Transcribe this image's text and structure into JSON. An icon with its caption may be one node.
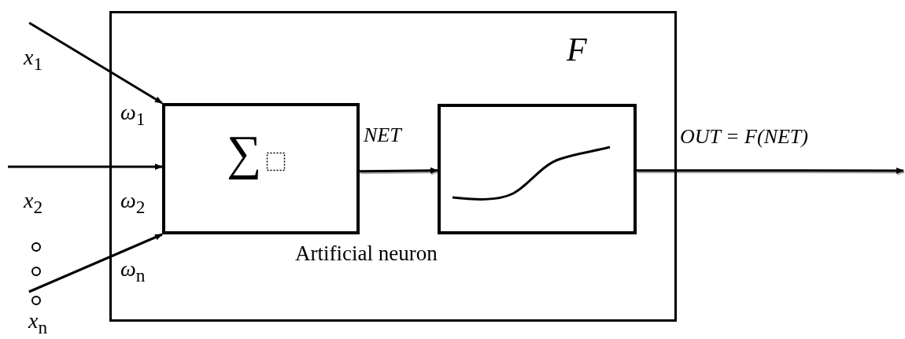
{
  "diagram": {
    "nodes": [
      {
        "text": [
          "F",
          "Artificial neuron"
        ]
      },
      {
        "text": [
          "∑"
        ],
        "in": 0
      },
      {
        "text": [],
        "shape": "box",
        "in": 0
      },
      {
        "text": [
          "*x*$_{1}$"
        ]
      },
      {
        "text": [
          "*x*$_{2}$"
        ]
      },
      {
        "text": [
          "*x*$_{n}$"
        ]
      }
    ],
    "edges": [
      {
        "from": 3,
        "to": 1,
        "arrow": "to"
      },
      {
        "from": 4,
        "to": 1,
        "arrow": "to"
      },
      {
        "from": 5,
        "to": 1,
        "arrow": "to"
      },
      {
        "from": 1,
        "to": 2,
        "arrow": "to",
        "label": "NET"
      },
      {
        "from": 2,
        "to": null,
        "arrow": "to",
        "label": "OUT = F(NET)"
      }
    ],
    "labels": [
      "*ω*$_{1}$",
      "*ω*$_{2}$",
      "*ω*$_{n}$"
    ]
  }
}
